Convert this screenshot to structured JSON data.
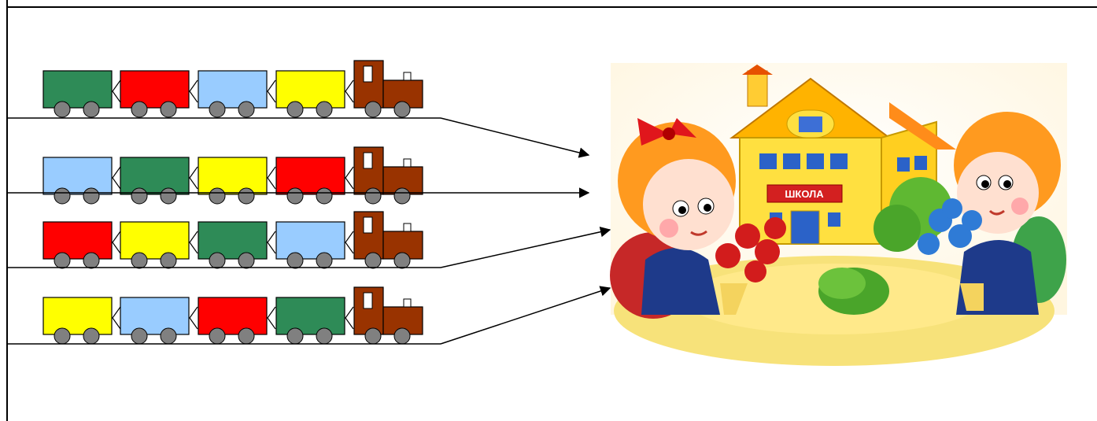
{
  "colors": {
    "green": "#2e8b57",
    "red": "#ff0000",
    "blue": "#99ccff",
    "yellow": "#ffff00",
    "engine": "#993300",
    "wheel": "#808080",
    "outline": "#000000"
  },
  "trains": [
    {
      "wagons": [
        "green",
        "red",
        "blue",
        "yellow"
      ]
    },
    {
      "wagons": [
        "blue",
        "green",
        "yellow",
        "red"
      ]
    },
    {
      "wagons": [
        "red",
        "yellow",
        "green",
        "blue"
      ]
    },
    {
      "wagons": [
        "yellow",
        "blue",
        "red",
        "green"
      ]
    }
  ],
  "school_sign": {
    "text": "ШКОЛА"
  }
}
